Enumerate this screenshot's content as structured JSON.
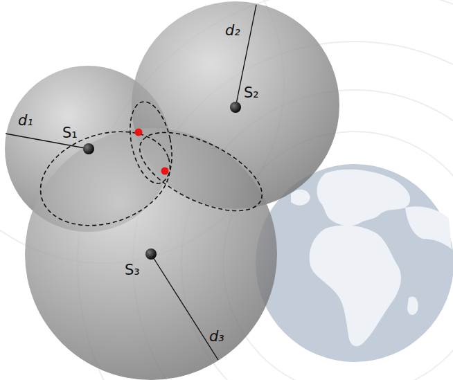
{
  "diagram": {
    "nodes": [
      {
        "text": [
          "d₁",
          "S₁"
        ]
      },
      {
        "text": [
          "d₂",
          "S₂"
        ]
      },
      {
        "text": [
          "S₃",
          "d₃"
        ]
      }
    ]
  }
}
